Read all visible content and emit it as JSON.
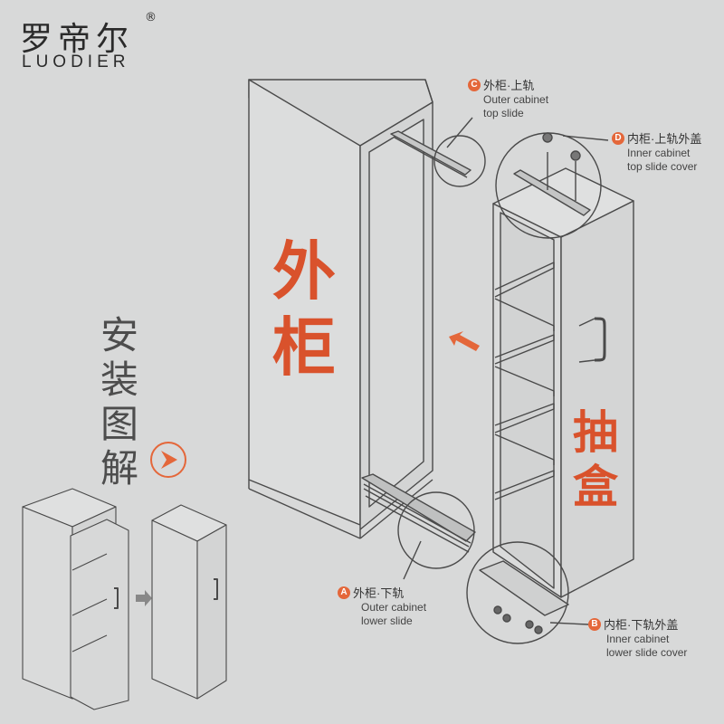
{
  "brand": {
    "name_cn": "罗帝尔",
    "registered": "®",
    "name_en": "LUODIER"
  },
  "title_vertical": [
    "安",
    "装",
    "图",
    "解"
  ],
  "labels": {
    "outer_cabinet": [
      "外",
      "柜"
    ],
    "drawer": [
      "抽",
      "盒"
    ]
  },
  "callouts": {
    "c": {
      "letter": "C",
      "cn": "外柜·上轨",
      "en": [
        "Outer cabinet",
        "top slide"
      ]
    },
    "d": {
      "letter": "D",
      "cn": "内柜·上轨外盖",
      "en": [
        "Inner cabinet",
        "top slide cover"
      ]
    },
    "a": {
      "letter": "A",
      "cn": "外柜·下轨",
      "en": [
        "Outer cabinet",
        "lower slide"
      ]
    },
    "b": {
      "letter": "B",
      "cn": "内柜·下轨外盖",
      "en": [
        "Inner cabinet",
        "lower slide cover"
      ]
    }
  },
  "colors": {
    "accent": "#d9522c",
    "badge": "#e4673a",
    "background": "#d8d9d9",
    "line": "#4a4a4a"
  },
  "icons": {
    "next_step": "chevron-right-circle-icon",
    "insert_arrow": "arrow-icon"
  }
}
